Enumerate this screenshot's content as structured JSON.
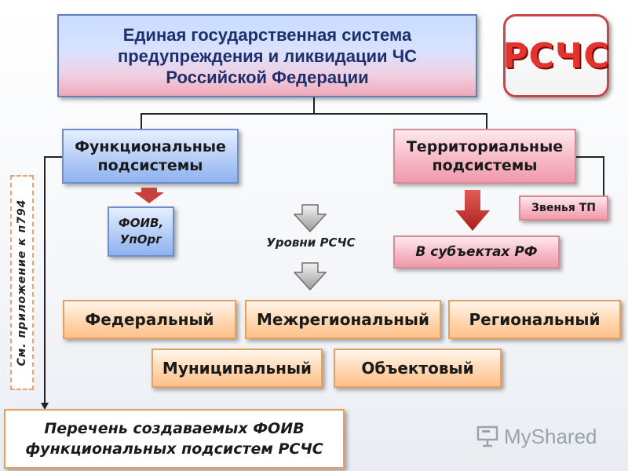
{
  "title": {
    "line1": "Единая государственная система",
    "line2": "предупреждения и ликвидации ЧС",
    "line3": "Российской Федерации"
  },
  "logo": "РСЧС",
  "functional": {
    "line1": "Функциональные",
    "line2": "подсистемы"
  },
  "territorial": {
    "line1": "Территориальные",
    "line2": "подсистемы"
  },
  "foiv": {
    "line1": "ФОИВ,",
    "line2": "УпОрг"
  },
  "zvenya": "Звенья ТП",
  "levels_label": "Уровни РСЧС",
  "subjects": "В субъектах РФ",
  "side_note": "См. приложение к п794",
  "levels": {
    "federal": "Федеральный",
    "interregional": "Межрегиональный",
    "regional": "Региональный",
    "municipal": "Муниципальный",
    "object": "Объектовый"
  },
  "bottom": {
    "line1": "Перечень создаваемых ФОИВ",
    "line2": "функциональных подсистем РСЧС"
  },
  "watermark": "MyShared",
  "colors": {
    "blue_border": "#6d8ed0",
    "pink_border": "#d98a99",
    "orange_border": "#e7a15f",
    "logo_red": "#e2332c"
  }
}
